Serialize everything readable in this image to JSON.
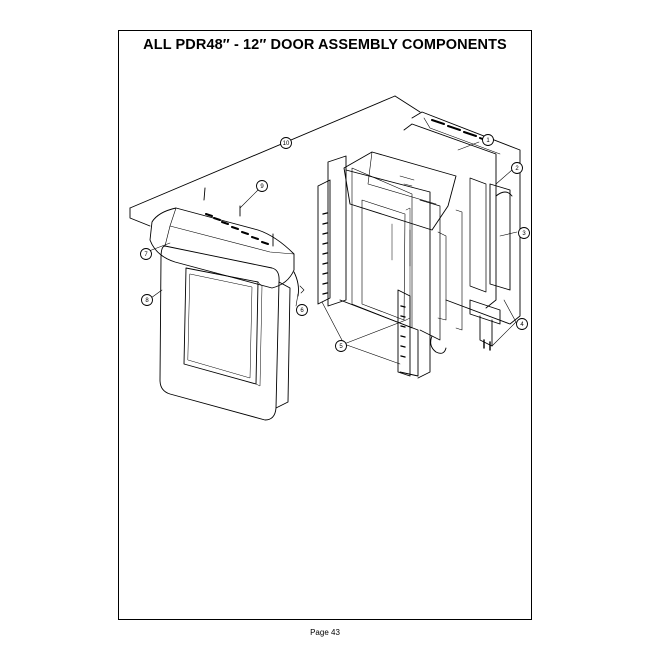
{
  "header": {
    "title": "ALL PDR48″ - 12″ DOOR ASSEMBLY COMPONENTS"
  },
  "callouts": [
    "1",
    "2",
    "3",
    "4",
    "5",
    "6",
    "7",
    "8",
    "9",
    "10"
  ],
  "footer": {
    "page_label": "Page 43"
  }
}
